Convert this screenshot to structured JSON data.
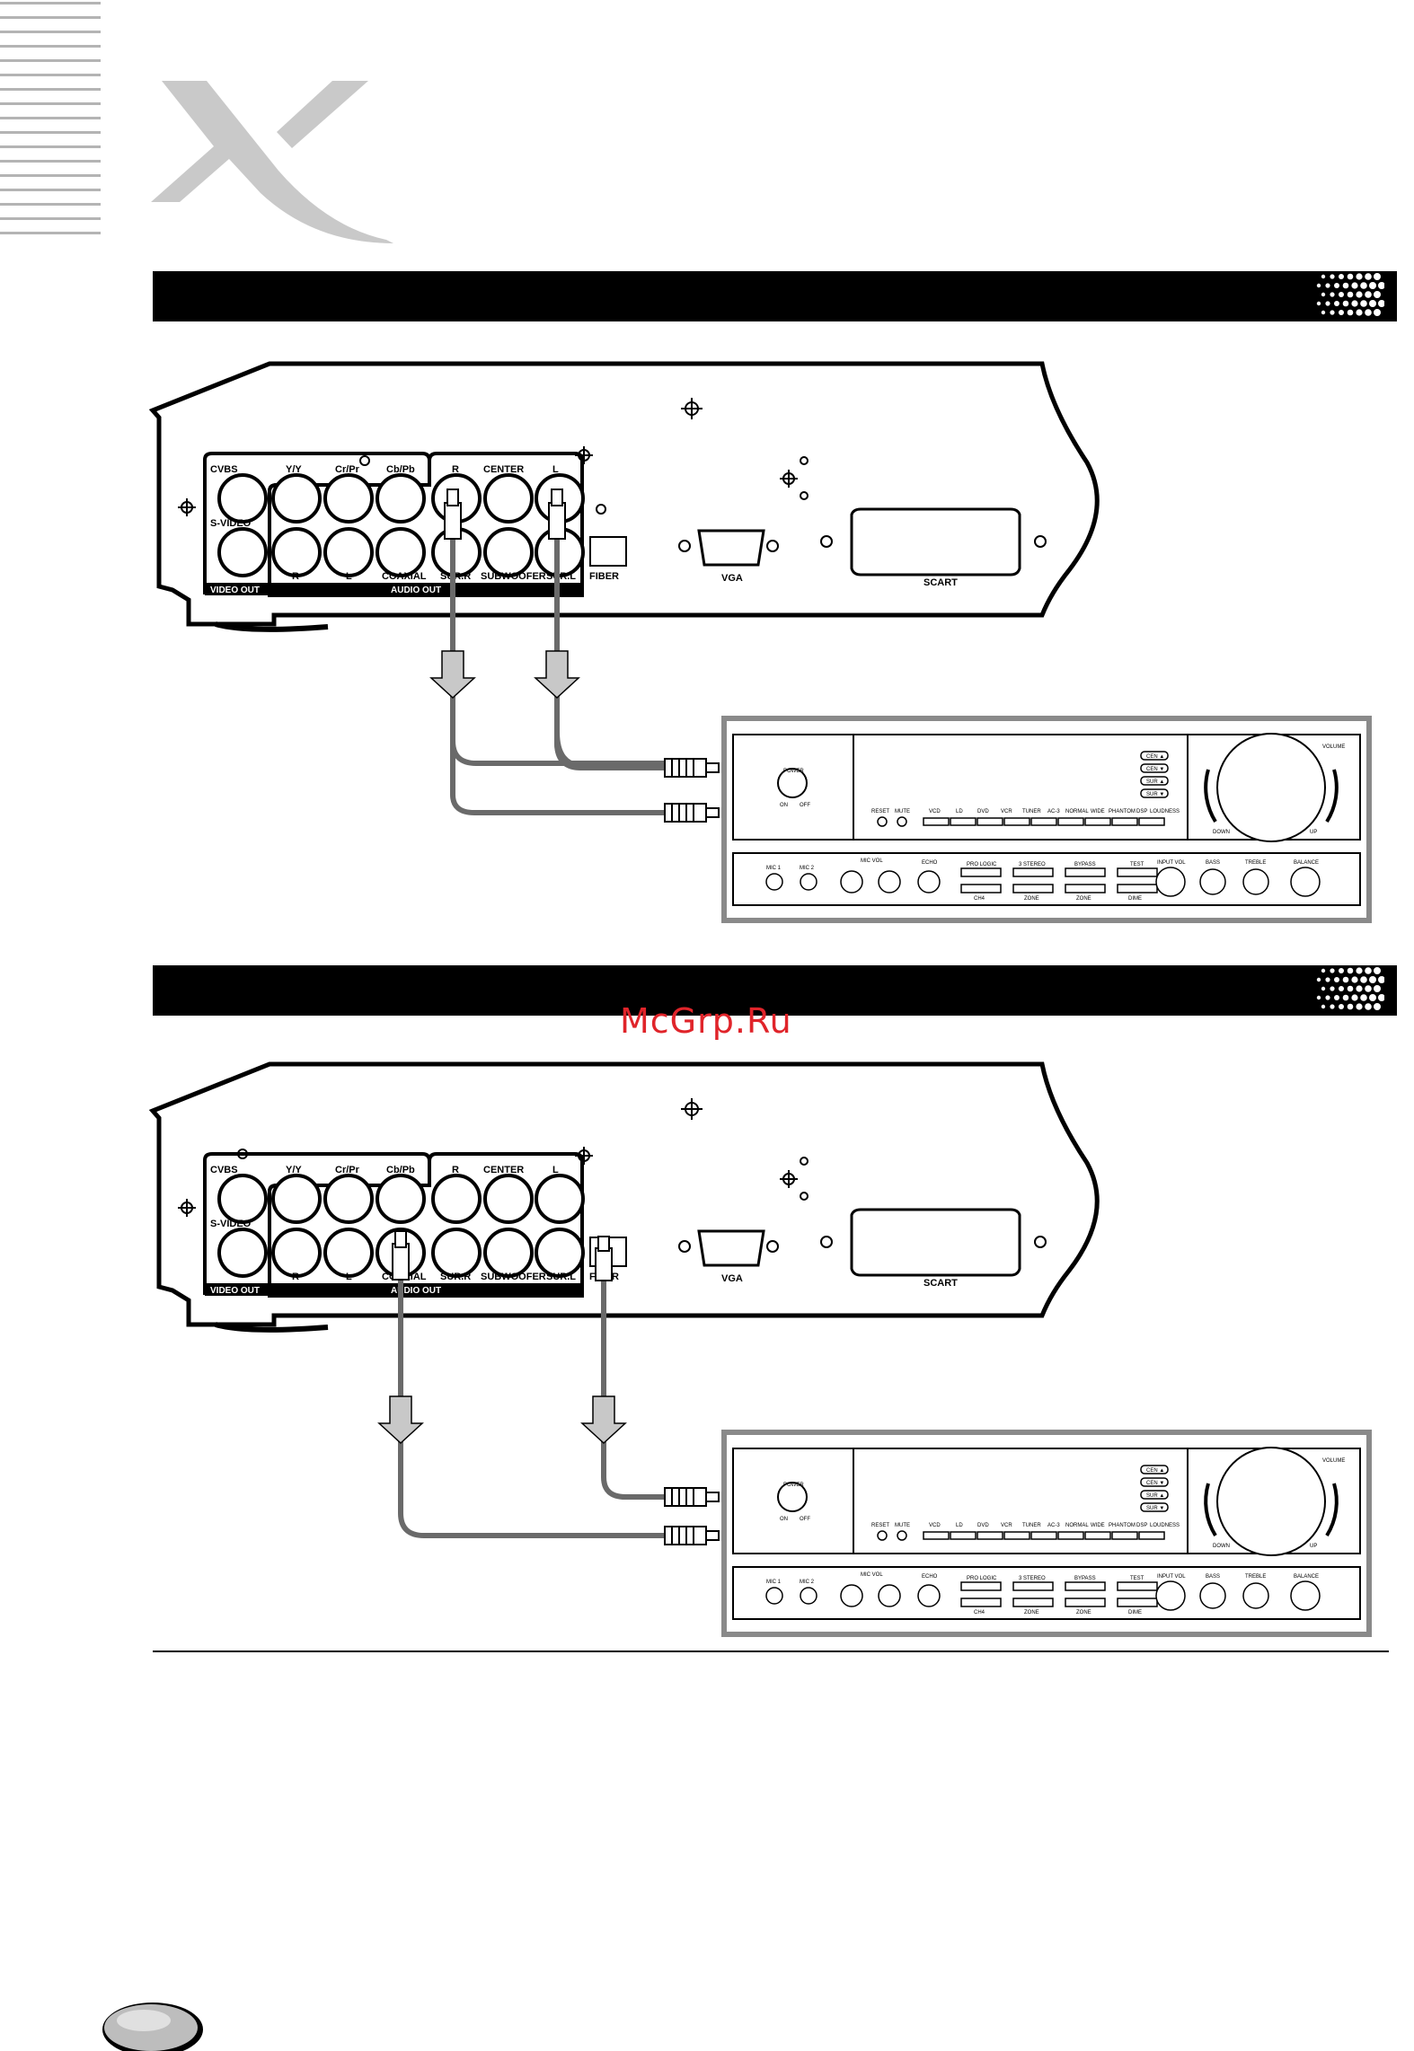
{
  "watermark": "McGrp.Ru",
  "player_panel": {
    "video_labels": [
      "CVBS",
      "Y/Y",
      "Cr/Pr",
      "Cb/Pb",
      "S-VIDEO"
    ],
    "video_out": "VIDEO OUT",
    "audio_top": [
      "R",
      "CENTER",
      "L"
    ],
    "audio_bottom": [
      "R",
      "L",
      "COAXIAL",
      "SUR.R",
      "SUBWOOFER",
      "SUR.L"
    ],
    "audio_out": "AUDIO OUT",
    "fiber": "FIBER",
    "vga": "VGA",
    "scart": "SCART"
  },
  "amplifier": {
    "power": "POWER",
    "on": "ON",
    "off": "OFF",
    "volume": "VOLUME",
    "down": "DOWN",
    "up": "UP",
    "inputs": [
      "RESET",
      "MUTE",
      "VCD",
      "LD",
      "DVD",
      "VCR",
      "TUNER",
      "AC-3",
      "NORMAL",
      "WIDE",
      "PHANTOM",
      "DSP",
      "LOUDNESS"
    ],
    "level_buttons": [
      "CEN ▲",
      "CEN ▼",
      "SUR ▲",
      "SUR ▼"
    ],
    "mic_labels": [
      "MIC 1",
      "MIC 2"
    ],
    "mic_vol": "MIC VOL",
    "echo": "ECHO",
    "mode_buttons_top": [
      "PRO LOGIC",
      "3 STEREO",
      "BYPASS",
      "TEST"
    ],
    "mode_buttons_bottom": [
      "CH4",
      "ZONE",
      "ZONE",
      "DIME"
    ],
    "knobs": [
      "INPUT VOL",
      "BASS",
      "TREBLE",
      "BALANCE"
    ]
  },
  "colors": {
    "header_bar": "#000000",
    "cable": "#6a6a6a",
    "arrow_fill": "#c8c8c8",
    "amp_frame": "#8a8a8a",
    "logo": "#c9c9c9",
    "watermark": "#e0242a"
  }
}
